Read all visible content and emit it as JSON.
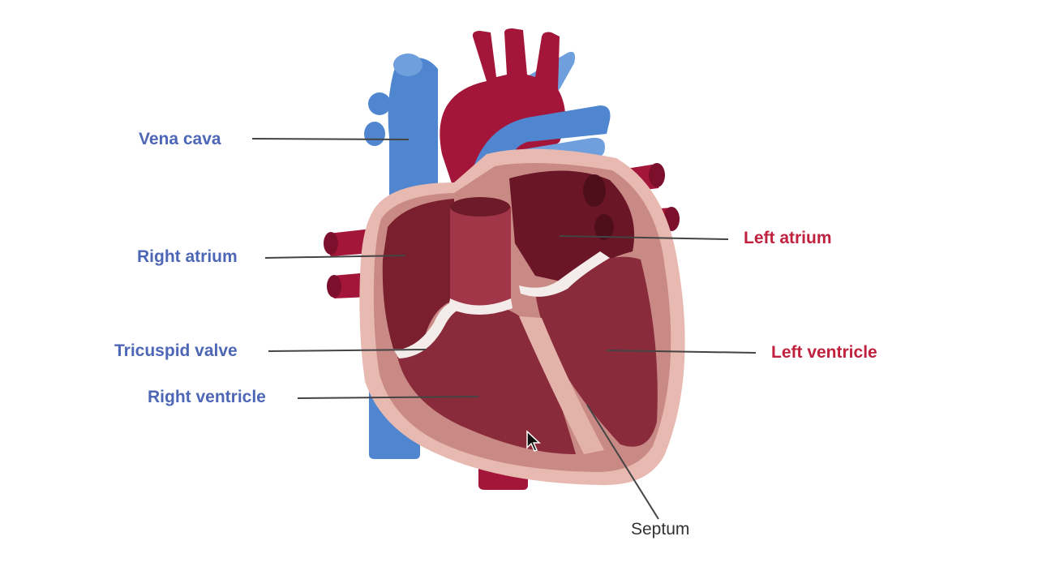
{
  "labels": {
    "vena_cava": "Vena cava",
    "right_atrium": "Right atrium",
    "tricuspid_valve": "Tricuspid valve",
    "right_ventricle": "Right ventricle",
    "left_atrium": "Left atrium",
    "left_ventricle": "Left ventricle",
    "septum": "Septum"
  },
  "colors": {
    "right_side_text": "#4d67b6",
    "left_side_text": "#c0213f",
    "septum_text": "#333333",
    "vein_blue": "#4f86cf",
    "vein_blue_light": "#7fb0e6",
    "artery_red": "#a3163a",
    "artery_red_dark": "#7c0f2b",
    "muscle_outer": "#e8b9b0",
    "muscle_inner": "#c98a86",
    "chamber": "#8a2b3b",
    "chamber_dark": "#5e1420"
  }
}
